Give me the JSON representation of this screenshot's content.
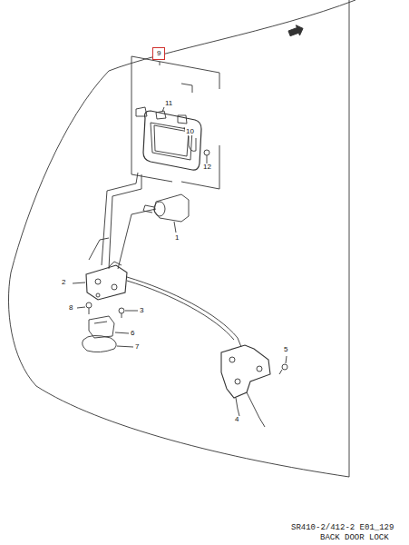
{
  "diagram": {
    "nodes": [
      {
        "text": [
          "9"
        ]
      }
    ],
    "labels": [
      "11",
      "10",
      "12",
      "1",
      "2",
      "3",
      "8",
      "6",
      "7",
      "5",
      "4",
      "SR410-2/412-2 E01_129",
      "BACK DOOR LOCK"
    ]
  }
}
